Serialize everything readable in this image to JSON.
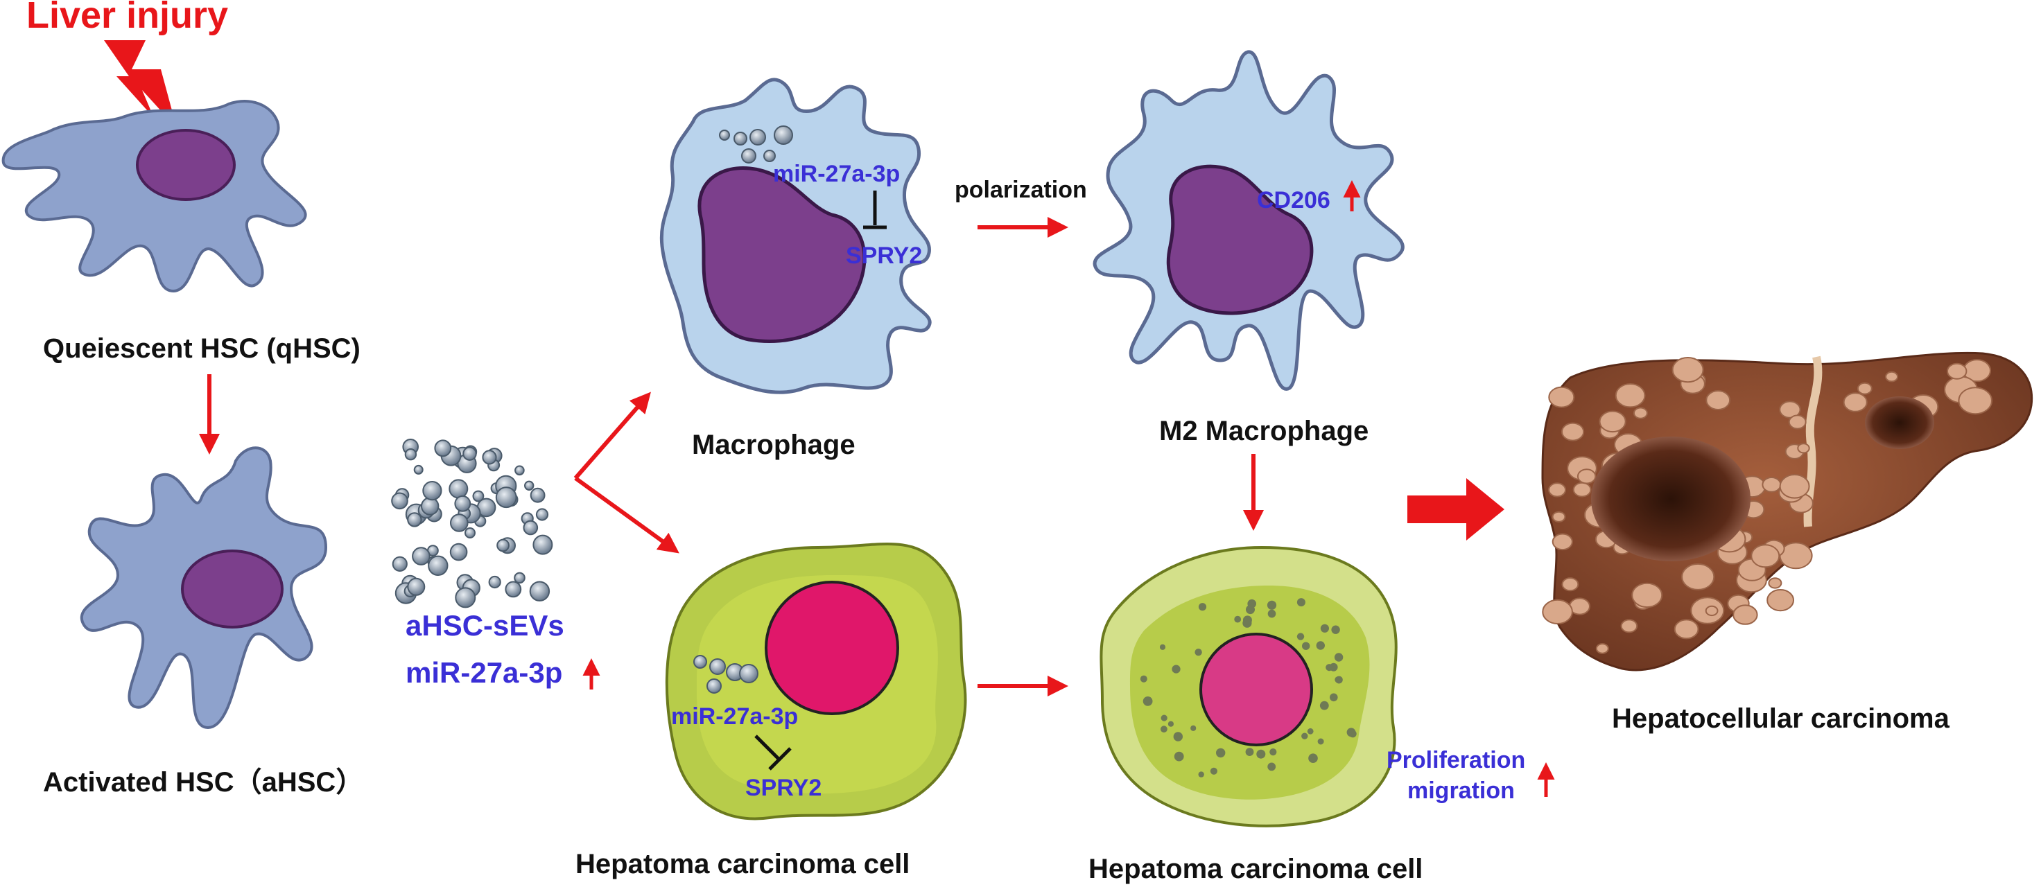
{
  "labels": {
    "liver_injury": "Liver injury",
    "qhsc": "Queiescent HSC (qHSC)",
    "ahsc": "Activated HSC（aHSC）",
    "sevs": "aHSC-sEVs",
    "mir_sev": "miR-27a-3p",
    "macrophage": "Macrophage",
    "mir_mac": "miR-27a-3p",
    "spry2_mac": "SPRY2",
    "polarization": "polarization",
    "m2": "M2 Macrophage",
    "cd206": "CD206",
    "hepatoma1": "Hepatoma carcinoma cell",
    "mir_hep": "miR-27a-3p",
    "spry2_hep": "SPRY2",
    "hepatoma2": "Hepatoma carcinoma cell",
    "proliferation": "Proliferation",
    "migration": "migration",
    "hcc": "Hepatocellular carcinoma"
  },
  "colors": {
    "arrow_red": "#e8161a",
    "text_blue": "#3a2fd6",
    "text_black": "#111111",
    "hsc_fill": "#8ea2cc",
    "hsc_stroke": "#5a6a92",
    "nucleus_purple": "#7c3f8c",
    "macrophage_fill": "#b9d3ec",
    "tumor_green": "#b7cc4a",
    "tumor_nucleus": "#e0176a",
    "liver_brown": "#8a4a2c"
  }
}
